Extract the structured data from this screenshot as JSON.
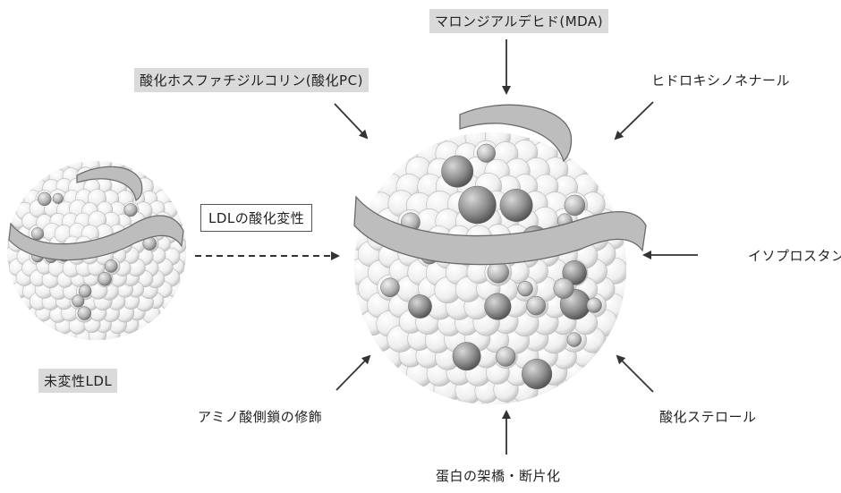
{
  "labels": {
    "mda": "マロンジアルデヒド(MDA)",
    "oxpc": "酸化ホスファチジルコリン(酸化PC)",
    "hne": "ヒドロキシノネナール",
    "isoprostane": "イソプロスタン",
    "oxsterol": "酸化ステロール",
    "crosslink": "蛋白の架橋・断片化",
    "aminoacid": "アミノ酸側鎖の修飾",
    "native_ldl": "未変性LDL",
    "process": "LDLの酸化変性"
  },
  "colors": {
    "sphere_light": "#f4f4f4",
    "sphere_dark": "#8c8c8c",
    "band": "#bdbdbd",
    "arrow": "#333333"
  }
}
